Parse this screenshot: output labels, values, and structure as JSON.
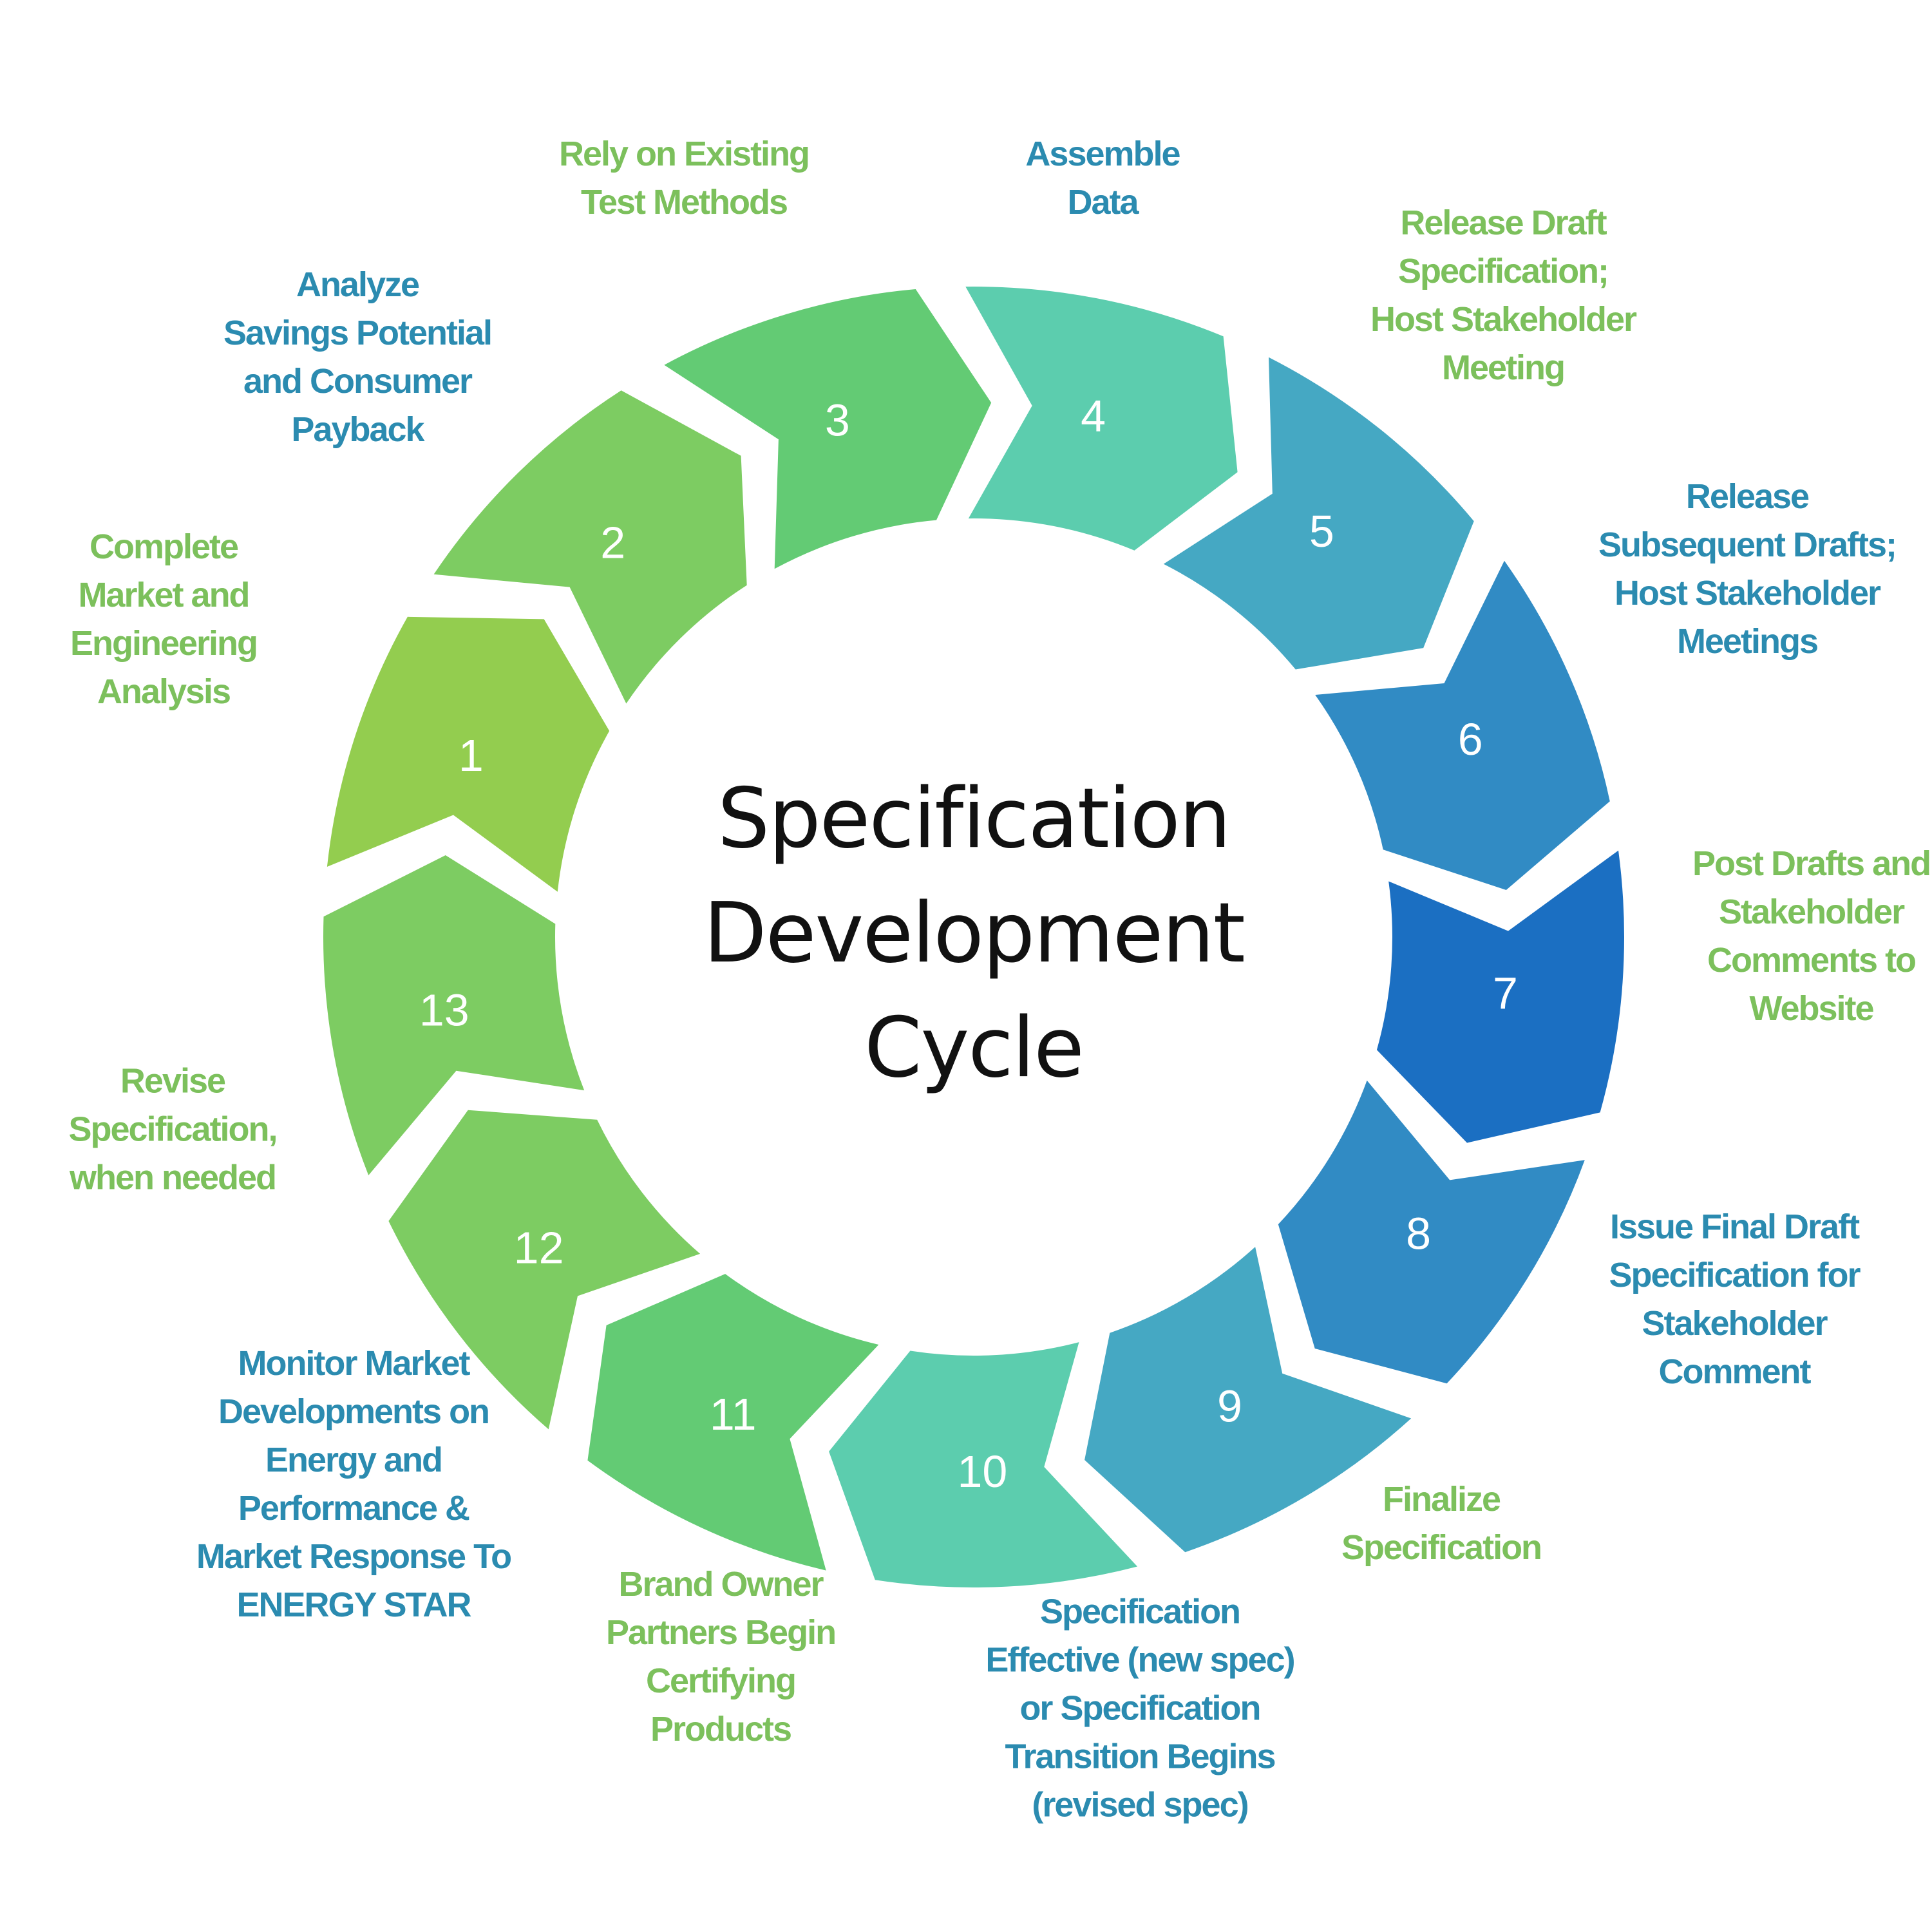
{
  "title_lines": [
    "Specification",
    "Development",
    "Cycle"
  ],
  "steps": [
    {
      "number": "1",
      "color": "#93cd4f",
      "label": [
        "Complete",
        "Market and",
        "Engineering",
        "Analysis"
      ],
      "label_color": "green"
    },
    {
      "number": "2",
      "color": "#7dcc62",
      "label": [
        "Analyze",
        "Savings Potential",
        "and Consumer",
        "Payback"
      ],
      "label_color": "blue"
    },
    {
      "number": "3",
      "color": "#63cb74",
      "label": [
        "Rely on Existing",
        "Test Methods"
      ],
      "label_color": "green"
    },
    {
      "number": "4",
      "color": "#5ccdae",
      "label": [
        "Assemble",
        "Data"
      ],
      "label_color": "blue"
    },
    {
      "number": "5",
      "color": "#45a8c3",
      "label": [
        "Release Draft",
        "Specification;",
        "Host Stakeholder",
        "Meeting"
      ],
      "label_color": "green"
    },
    {
      "number": "6",
      "color": "#318bc4",
      "label": [
        "Release",
        "Subsequent Drafts;",
        "Host Stakeholder",
        "Meetings"
      ],
      "label_color": "blue"
    },
    {
      "number": "7",
      "color": "#1b6fc2",
      "label": [
        "Post Drafts and",
        "Stakeholder",
        "Comments to",
        "Website"
      ],
      "label_color": "green"
    },
    {
      "number": "8",
      "color": "#318bc4",
      "label": [
        "Issue Final Draft",
        "Specification for",
        "Stakeholder",
        "Comment"
      ],
      "label_color": "blue"
    },
    {
      "number": "9",
      "color": "#45a8c3",
      "label": [
        "Finalize",
        "Specification"
      ],
      "label_color": "green"
    },
    {
      "number": "10",
      "color": "#5ccdae",
      "label": [
        "Specification",
        "Effective (new spec)",
        "or Specification",
        "Transition Begins",
        "(revised spec)"
      ],
      "label_color": "blue"
    },
    {
      "number": "11",
      "color": "#63cb74",
      "label": [
        "Brand Owner",
        "Partners Begin",
        "Certifying",
        "Products"
      ],
      "label_color": "green"
    },
    {
      "number": "12",
      "color": "#7dcc62",
      "label": [
        "Monitor Market",
        "Developments on",
        "Energy and",
        "Performance &",
        "Market Response To",
        "ENERGY STAR"
      ],
      "label_color": "blue"
    },
    {
      "number": "13",
      "color": "#7dcc62",
      "label": [
        "Revise",
        "Specification,",
        "when needed"
      ],
      "label_color": "green"
    }
  ]
}
